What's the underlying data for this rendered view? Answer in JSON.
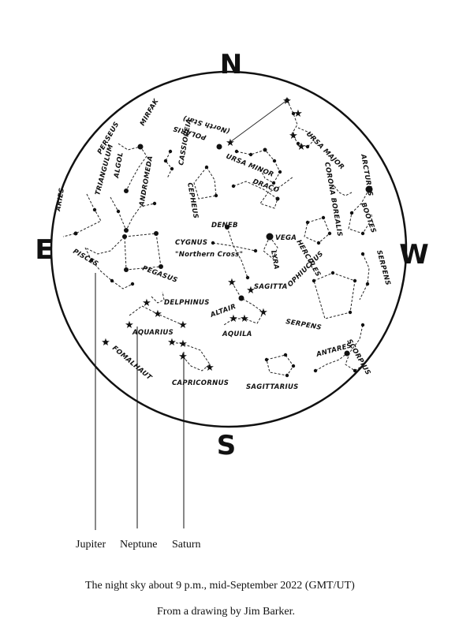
{
  "compass": {
    "north": "N",
    "south": "S",
    "east": "E",
    "west": "W"
  },
  "constellations": {
    "polaris": "POLARIS",
    "north_star": "(North Star)",
    "ursa_minor": "URSA MINOR",
    "ursa_major": "URSA MAJOR",
    "mirfak": "MIRFAK",
    "perseus": "PERSEUS",
    "triangulum": "TRIANGULUM",
    "algol": "ALGOL",
    "andromeda": "ANDROMEDA",
    "cassiopeia": "CASSIOPEIA",
    "cepheus": "CEPHEUS",
    "draco": "DRACO",
    "arcturus": "ARCTURUS",
    "corona_borealis": "CORONA BOREALIS",
    "bootes": "BOÖTES",
    "aries": "ARIES",
    "deneb": "DENEB",
    "vega": "VEGA",
    "lyra": "LYRA",
    "hercules": "HERCULES",
    "serpens": "SERPENS",
    "cygnus": "CYGNUS",
    "northern_cross": "\"Northern Cross\"",
    "pisces": "PISCES",
    "pegasus": "PEGASUS",
    "sagitta": "SAGITTA",
    "ophiuchus": "OPHIUCHUS",
    "delphinus": "DELPHINUS",
    "altair": "ALTAIR",
    "aquarius": "AQUARIUS",
    "aquila": "AQUILA",
    "serpens_lower": "SERPENS",
    "antares": "ANTARES",
    "scorpius": "SCORPIUS",
    "fomalhaut": "FOMALHAUT",
    "capricornus": "CAPRICORNUS",
    "sagittarius": "SAGITTARIUS"
  },
  "planets": {
    "jupiter": "Jupiter",
    "neptune": "Neptune",
    "saturn": "Saturn"
  },
  "caption": {
    "line1": "The night sky about 9 p.m., mid-September 2022  (GMT/UT)",
    "line2": "From a drawing by Jim Barker."
  }
}
